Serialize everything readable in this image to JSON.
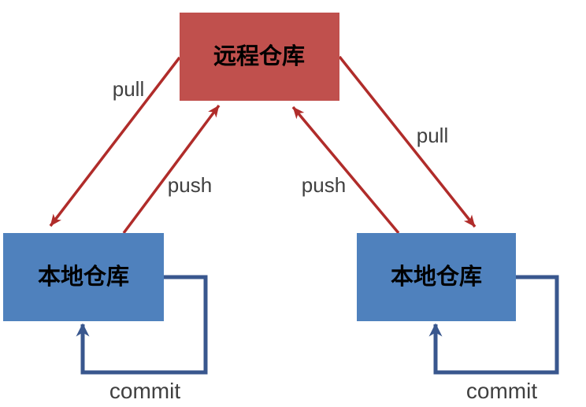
{
  "diagram": {
    "remote_repo": {
      "label": "远程仓库"
    },
    "local_repo_left": {
      "label": "本地仓库"
    },
    "local_repo_right": {
      "label": "本地仓库"
    },
    "edges": {
      "pull_left": "pull",
      "push_left": "push",
      "push_right": "push",
      "pull_right": "pull",
      "commit_left": "commit",
      "commit_right": "commit"
    },
    "colors": {
      "remote_fill": "#c0504d",
      "local_fill": "#4f81bd",
      "arrow_red": "#b02c2a",
      "arrow_blue": "#39578e",
      "label_text": "#404040",
      "box_text": "#000000",
      "background": "#ffffff"
    }
  }
}
